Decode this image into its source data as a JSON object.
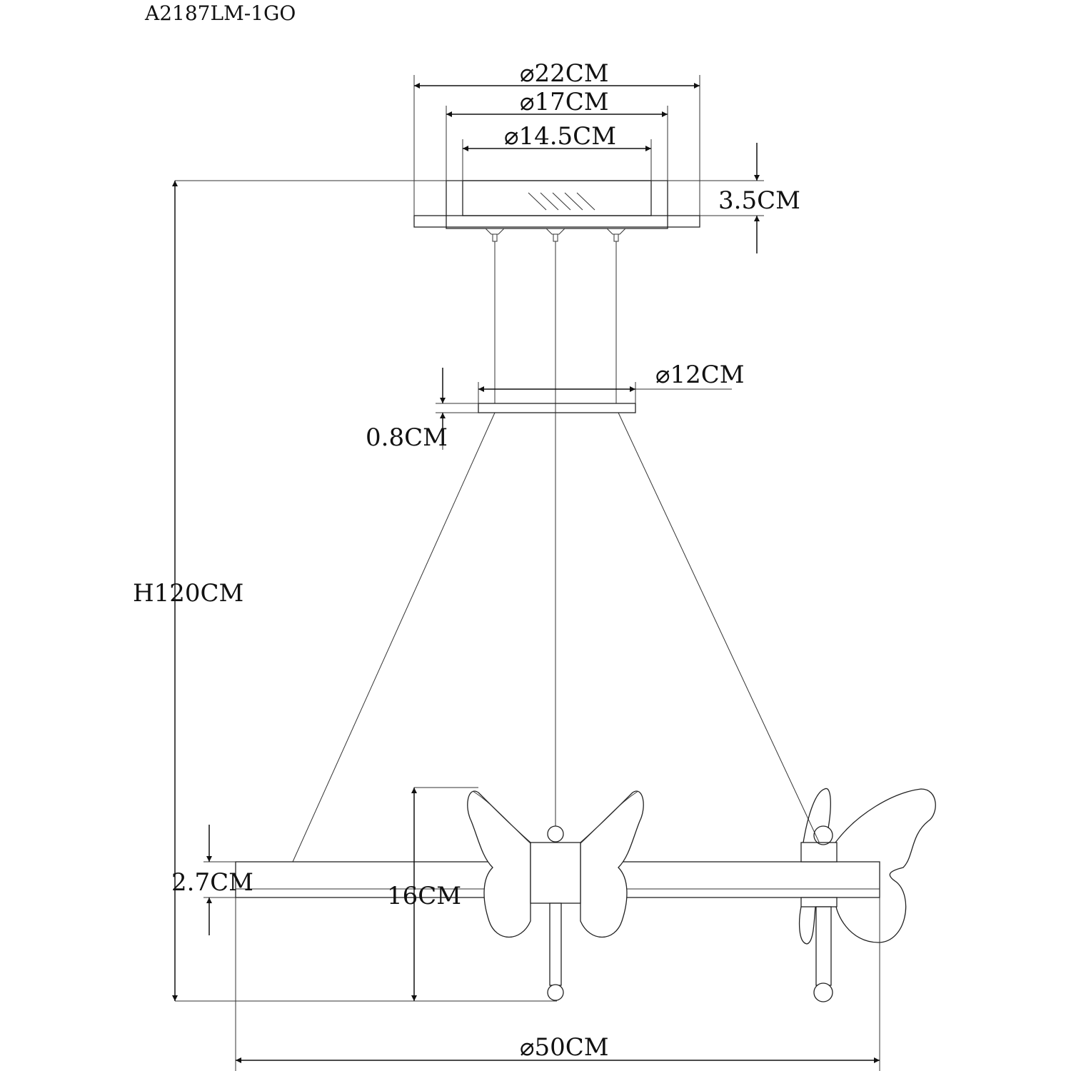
{
  "title": "A2187LM-1GO",
  "dimensions": {
    "canopy_outer": "⌀22CM",
    "canopy_middle": "⌀17CM",
    "canopy_inner": "⌀14.5CM",
    "canopy_height": "3.5CM",
    "disc_diameter": "⌀12CM",
    "disc_thickness": "0.8CM",
    "total_height": "H120CM",
    "ring_height": "2.7CM",
    "butterfly_height": "16CM",
    "ring_diameter": "⌀50CM"
  }
}
